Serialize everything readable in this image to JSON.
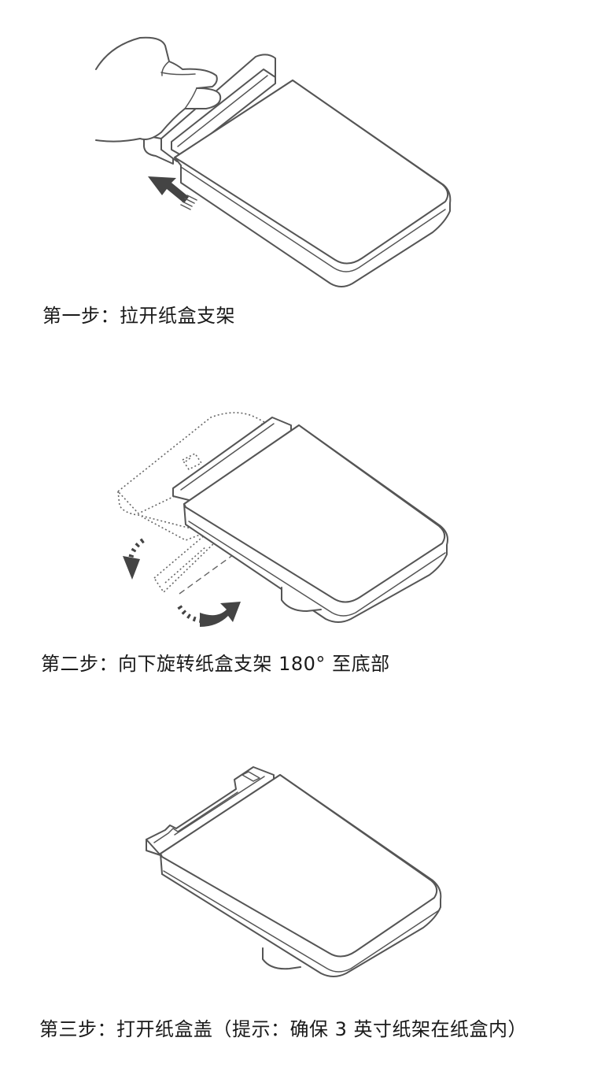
{
  "steps": [
    {
      "caption": "第一步：拉开纸盒支架"
    },
    {
      "caption": "第二步：向下旋转纸盒支架 180° 至底部"
    },
    {
      "caption": "第三步：打开纸盒盖（提示：确保 3 英寸纸架在纸盒内）"
    }
  ]
}
